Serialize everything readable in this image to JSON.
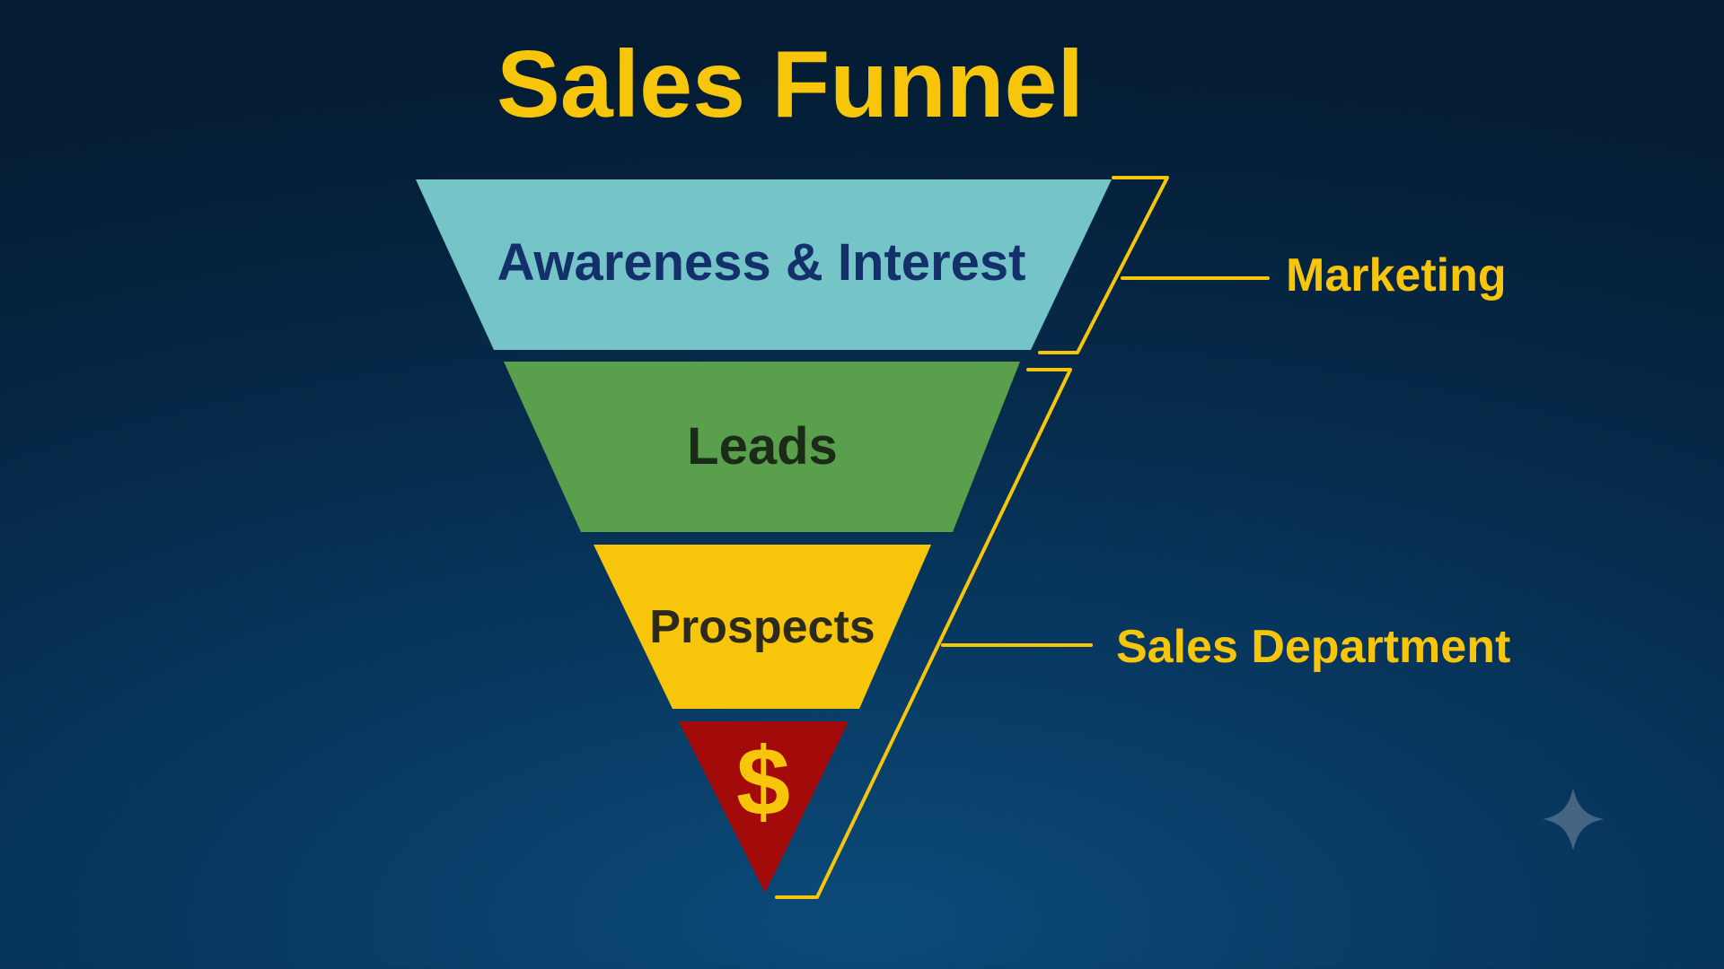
{
  "title": "Sales Funnel",
  "funnel": {
    "stages": [
      {
        "label": "Awareness & Interest",
        "fill": "#74c4c8",
        "text_color": "#13306b"
      },
      {
        "label": "Leads",
        "fill": "#5aa04c",
        "text_color": "#1c2a18"
      },
      {
        "label": "Prospects",
        "fill": "#f7c60a",
        "text_color": "#2c2a1c"
      },
      {
        "label": "$",
        "fill": "#a30a0a",
        "text_color": "#f7c60a"
      }
    ]
  },
  "brackets": [
    {
      "label": "Marketing"
    },
    {
      "label": "Sales Department"
    }
  ],
  "colors": {
    "accent": "#f7c60a",
    "background": "#062d4f"
  },
  "watermark": {
    "icon": "sparkle-icon"
  }
}
